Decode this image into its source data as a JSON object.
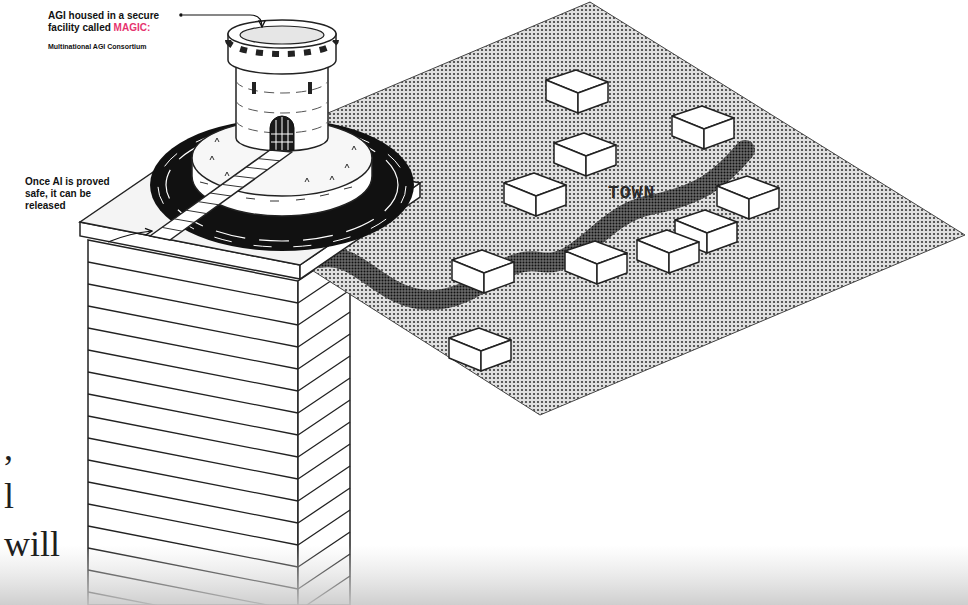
{
  "diagram": {
    "labels": [
      "AGI housed in a secure facility called",
      "MAGIC:",
      "Multinational AGI Consortium",
      "Once AI is proved safe, it can be released",
      "TOWN",
      ",",
      "l",
      "will"
    ]
  }
}
